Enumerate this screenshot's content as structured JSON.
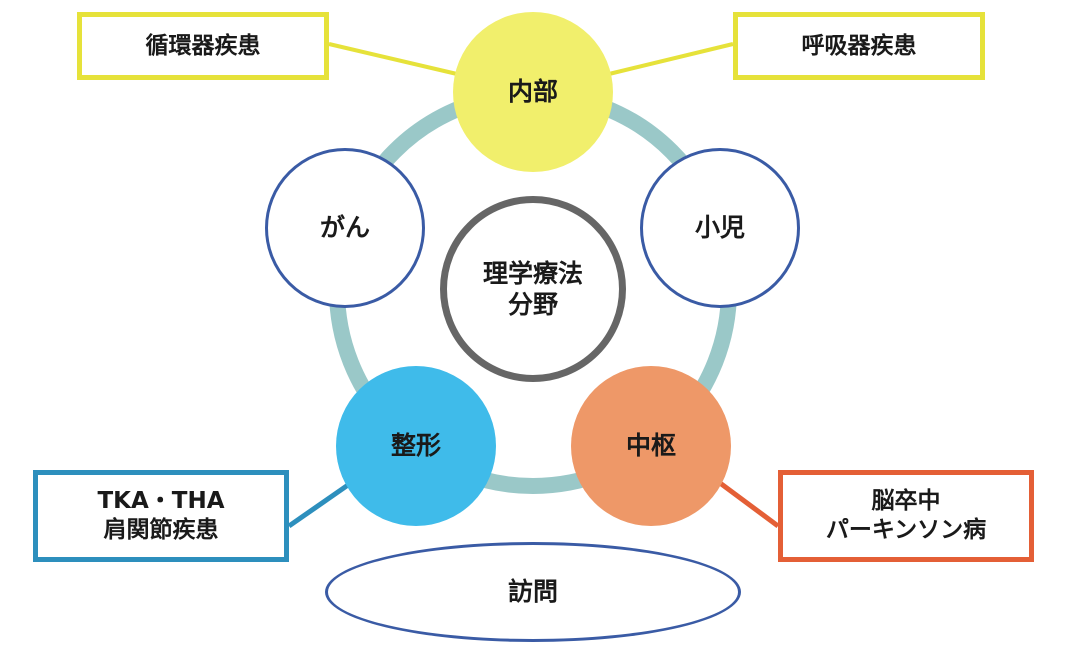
{
  "diagram": {
    "center": {
      "label": "理学療法\n分野"
    },
    "nodes": {
      "internal": {
        "label": "内部",
        "color": "#f1ef6c"
      },
      "cancer": {
        "label": "がん",
        "color": "#ffffff"
      },
      "pediatric": {
        "label": "小児",
        "color": "#ffffff"
      },
      "orthopedic": {
        "label": "整形",
        "color": "#3fbbea"
      },
      "central": {
        "label": "中枢",
        "color": "#ee9868"
      }
    },
    "boxes": {
      "cardiovascular": {
        "label": "循環器疾患",
        "border_color": "#e6e23a"
      },
      "respiratory": {
        "label": "呼吸器疾患",
        "border_color": "#e6e23a"
      },
      "orthopedic_detail": {
        "label": "TKA・THA\n肩関節疾患",
        "border_color": "#2d8fbd"
      },
      "central_detail": {
        "label": "脳卒中\nパーキンソン病",
        "border_color": "#e45f36"
      }
    },
    "visit": {
      "label": "訪問"
    },
    "ring_color": "#9ac8c8",
    "outline_color": "#3a5ba5"
  }
}
